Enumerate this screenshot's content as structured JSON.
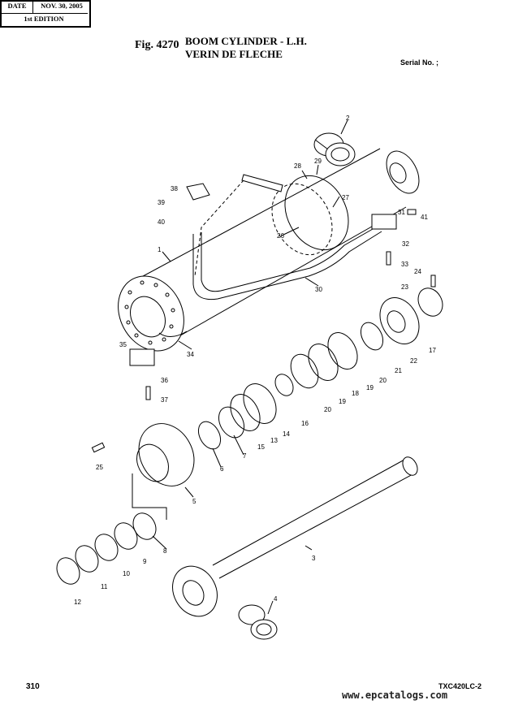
{
  "header": {
    "date_label": "DATE",
    "date_value": "NOV. 30, 2005",
    "edition": "1st EDITION",
    "figure": "Fig. 4270",
    "title_en": "BOOM CYLINDER - L.H.",
    "title_fr": "VERIN DE FLECHE",
    "serial": "Serial No. ;"
  },
  "callouts": {
    "c1": "1",
    "c2": "2",
    "c3": "3",
    "c4": "4",
    "c5": "5",
    "c6": "6",
    "c7": "7",
    "c8": "8",
    "c9": "9",
    "c10": "10",
    "c11": "11",
    "c12": "12",
    "c13": "13",
    "c14": "14",
    "c15": "15",
    "c16": "16",
    "c17": "17",
    "c18": "18",
    "c19": "19",
    "c19b": "19",
    "c20": "20",
    "c20b": "20",
    "c21": "21",
    "c22": "22",
    "c23": "23",
    "c24": "24",
    "c25": "25",
    "c26": "26",
    "c27": "27",
    "c28": "28",
    "c29": "29",
    "c30": "30",
    "c31": "31",
    "c32": "32",
    "c33": "33",
    "c34": "34",
    "c35": "35",
    "c36": "36",
    "c37": "37",
    "c38": "38",
    "c39": "39",
    "c40": "40",
    "c41": "41"
  },
  "footer": {
    "page": "310",
    "model": "TXC420LC-2",
    "website": "www.epcatalogs.com"
  }
}
